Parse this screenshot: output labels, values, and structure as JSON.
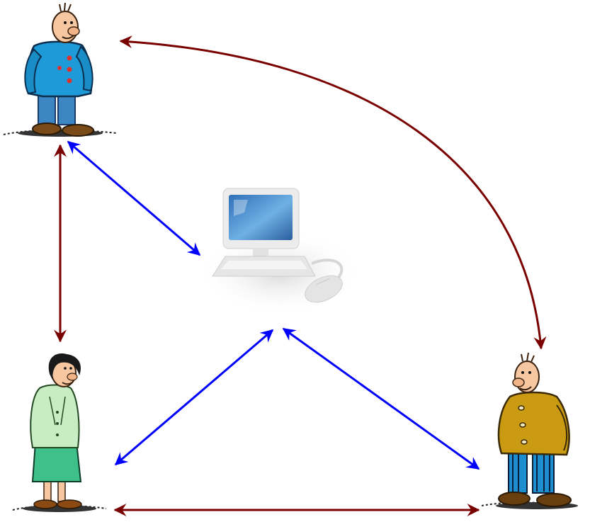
{
  "diagram": {
    "description_text": "",
    "nodes": [
      {
        "id": "person-top",
        "icon": "man-blue-jacket-icon",
        "colors": {
          "jacket": "#1e9ad8",
          "pants": "#3d86c4",
          "skin": "#f6c7a0",
          "shoes": "#7a4a18"
        }
      },
      {
        "id": "person-bottom-left",
        "icon": "woman-green-outfit-icon",
        "colors": {
          "top": "#c8ecc4",
          "skirt": "#3fbf8a",
          "hair": "#1a1a1a",
          "skin": "#f6c7a0"
        }
      },
      {
        "id": "person-bottom-right",
        "icon": "man-mustard-coat-icon",
        "colors": {
          "coat": "#c99a12",
          "pants": "#1d8fd0",
          "skin": "#f6c7a0"
        }
      },
      {
        "id": "computer",
        "icon": "computer-icon",
        "colors": {
          "screen": "#5aa0d8",
          "body": "#e9e9e9"
        }
      }
    ],
    "connections": [
      {
        "from": "person-top",
        "to": "person-bottom-right",
        "kind": "human",
        "color": "#7a0000"
      },
      {
        "from": "person-top",
        "to": "person-bottom-left",
        "kind": "human",
        "color": "#7a0000"
      },
      {
        "from": "person-bottom-left",
        "to": "person-bottom-right",
        "kind": "human",
        "color": "#7a0000"
      },
      {
        "from": "person-top",
        "to": "computer",
        "kind": "computer",
        "color": "#0000ff"
      },
      {
        "from": "person-bottom-left",
        "to": "computer",
        "kind": "computer",
        "color": "#0000ff"
      },
      {
        "from": "person-bottom-right",
        "to": "computer",
        "kind": "computer",
        "color": "#0000ff"
      }
    ]
  }
}
